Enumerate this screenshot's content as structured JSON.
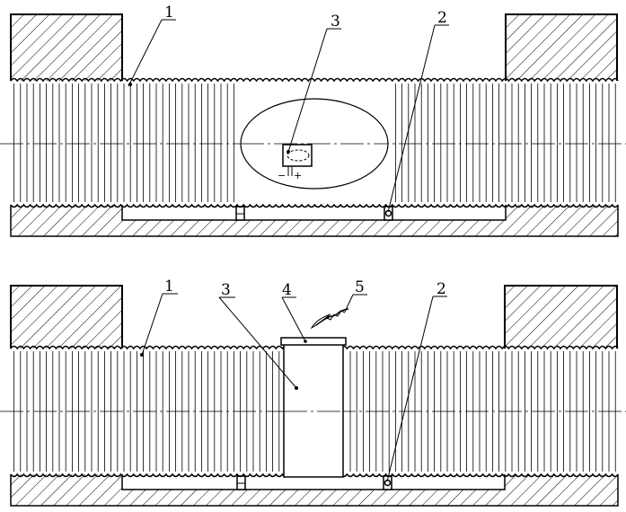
{
  "figures": [
    {
      "id": "top",
      "callouts": [
        {
          "text": "1"
        },
        {
          "text": "3"
        },
        {
          "text": "2"
        }
      ],
      "sensor_polarity": {
        "negative": "−",
        "positive": "+"
      }
    },
    {
      "id": "bottom",
      "callouts": [
        {
          "text": "1"
        },
        {
          "text": "3"
        },
        {
          "text": "4"
        },
        {
          "text": "5"
        },
        {
          "text": "2"
        }
      ]
    }
  ],
  "colors": {
    "line": "#000000",
    "background": "#ffffff"
  }
}
